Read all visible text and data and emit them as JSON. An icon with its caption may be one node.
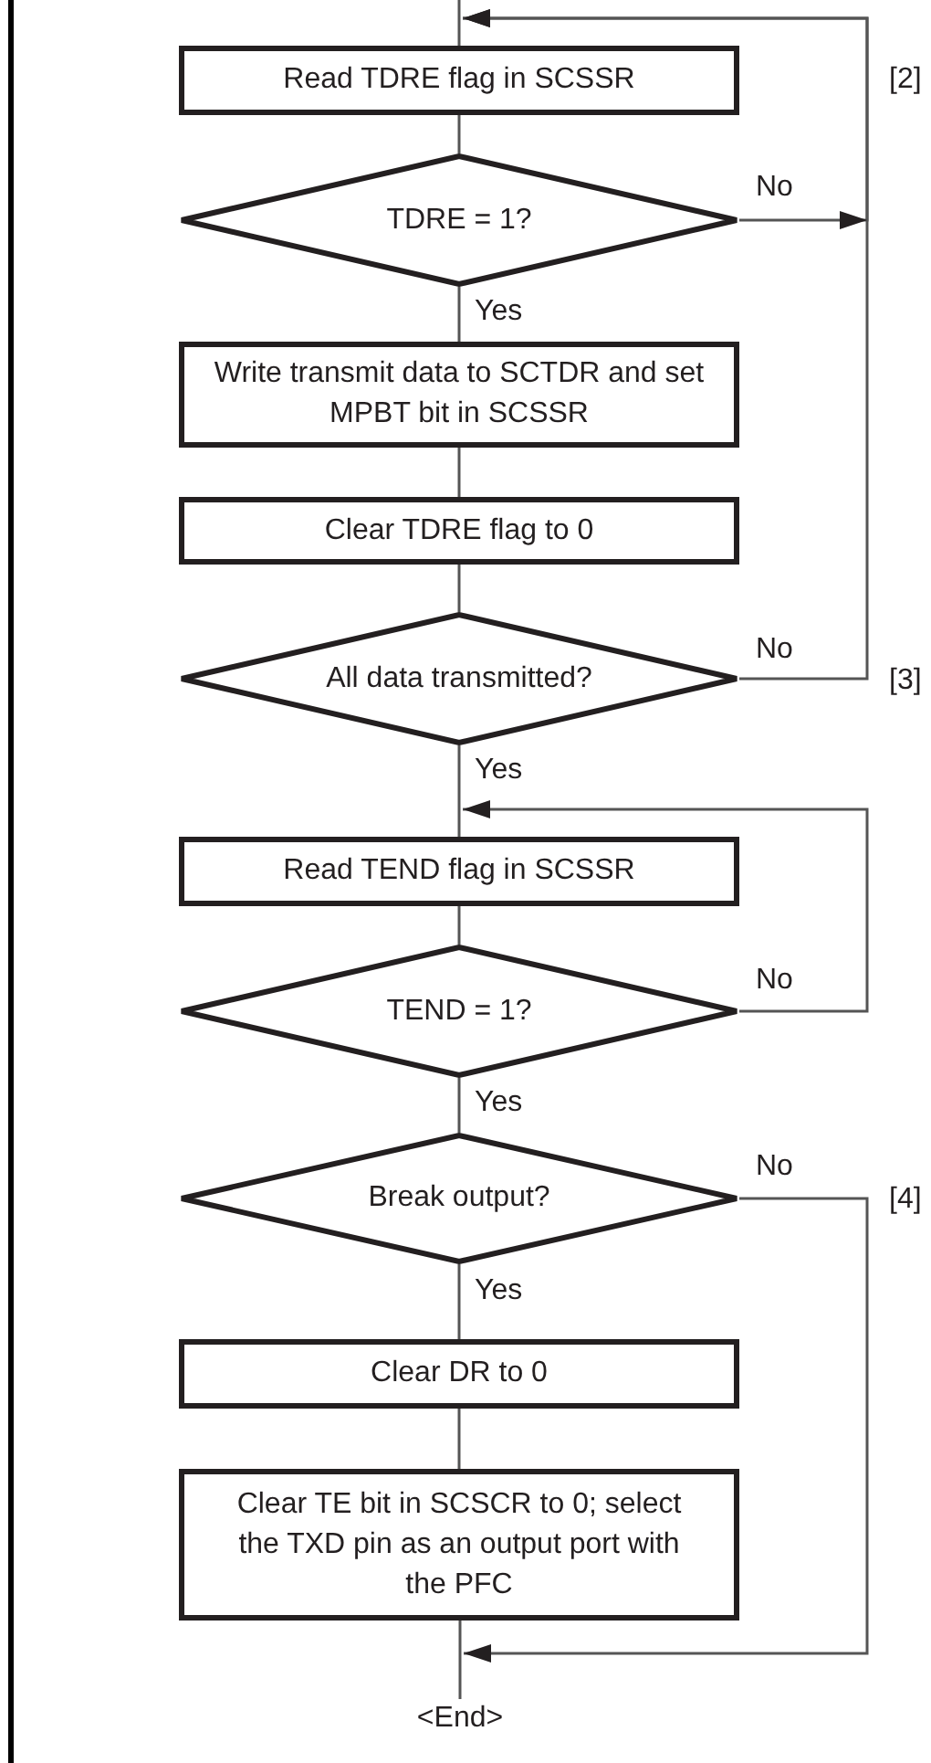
{
  "diagram": {
    "nodes": [
      {
        "text": [
          "Read TDRE flag in SCSSR"
        ]
      },
      {
        "text": [
          "TDRE = 1?"
        ]
      },
      {
        "text": [
          "Write transmit data to SCTDR and set MPBT bit in SCSSR"
        ]
      },
      {
        "text": [
          "Clear TDRE flag to 0"
        ]
      },
      {
        "text": [
          "All data transmitted?"
        ]
      },
      {
        "text": [
          "Read TEND flag in SCSSR"
        ]
      },
      {
        "text": [
          "TEND = 1?"
        ]
      },
      {
        "text": [
          "Break output?"
        ]
      },
      {
        "text": [
          "Clear DR to 0"
        ]
      },
      {
        "text": [
          "Clear TE bit in SCSCR to 0; select the TXD pin as an output port with the PFC"
        ]
      },
      {
        "text": [
          "<End>"
        ]
      }
    ],
    "edges": [
      {
        "from": null,
        "to": 0,
        "arrow": "none"
      },
      {
        "from": 0,
        "to": 1,
        "arrow": "none"
      },
      {
        "from": 1,
        "to": 2,
        "arrow": "none",
        "label": "Yes"
      },
      {
        "from": 2,
        "to": 3,
        "arrow": "none"
      },
      {
        "from": 3,
        "to": 4,
        "arrow": "none"
      },
      {
        "from": 1,
        "to": 0,
        "arrow": "to",
        "label": "No"
      },
      {
        "from": 4,
        "to": 0,
        "arrow": "to",
        "label": "No"
      },
      {
        "from": 4,
        "to": 5,
        "arrow": "none",
        "label": "Yes"
      },
      {
        "from": 5,
        "to": 6,
        "arrow": "none"
      },
      {
        "from": 6,
        "to": 5,
        "arrow": "to",
        "label": "No"
      },
      {
        "from": 6,
        "to": 7,
        "arrow": "none",
        "label": "Yes"
      },
      {
        "from": 7,
        "to": 8,
        "arrow": "none",
        "label": "Yes"
      },
      {
        "from": 8,
        "to": 9,
        "arrow": "none"
      },
      {
        "from": 7,
        "to": 10,
        "arrow": "to",
        "label": "No"
      },
      {
        "from": 9,
        "to": 10,
        "arrow": "none"
      }
    ],
    "labels": [
      "[2]",
      "[3]",
      "[4]"
    ]
  }
}
